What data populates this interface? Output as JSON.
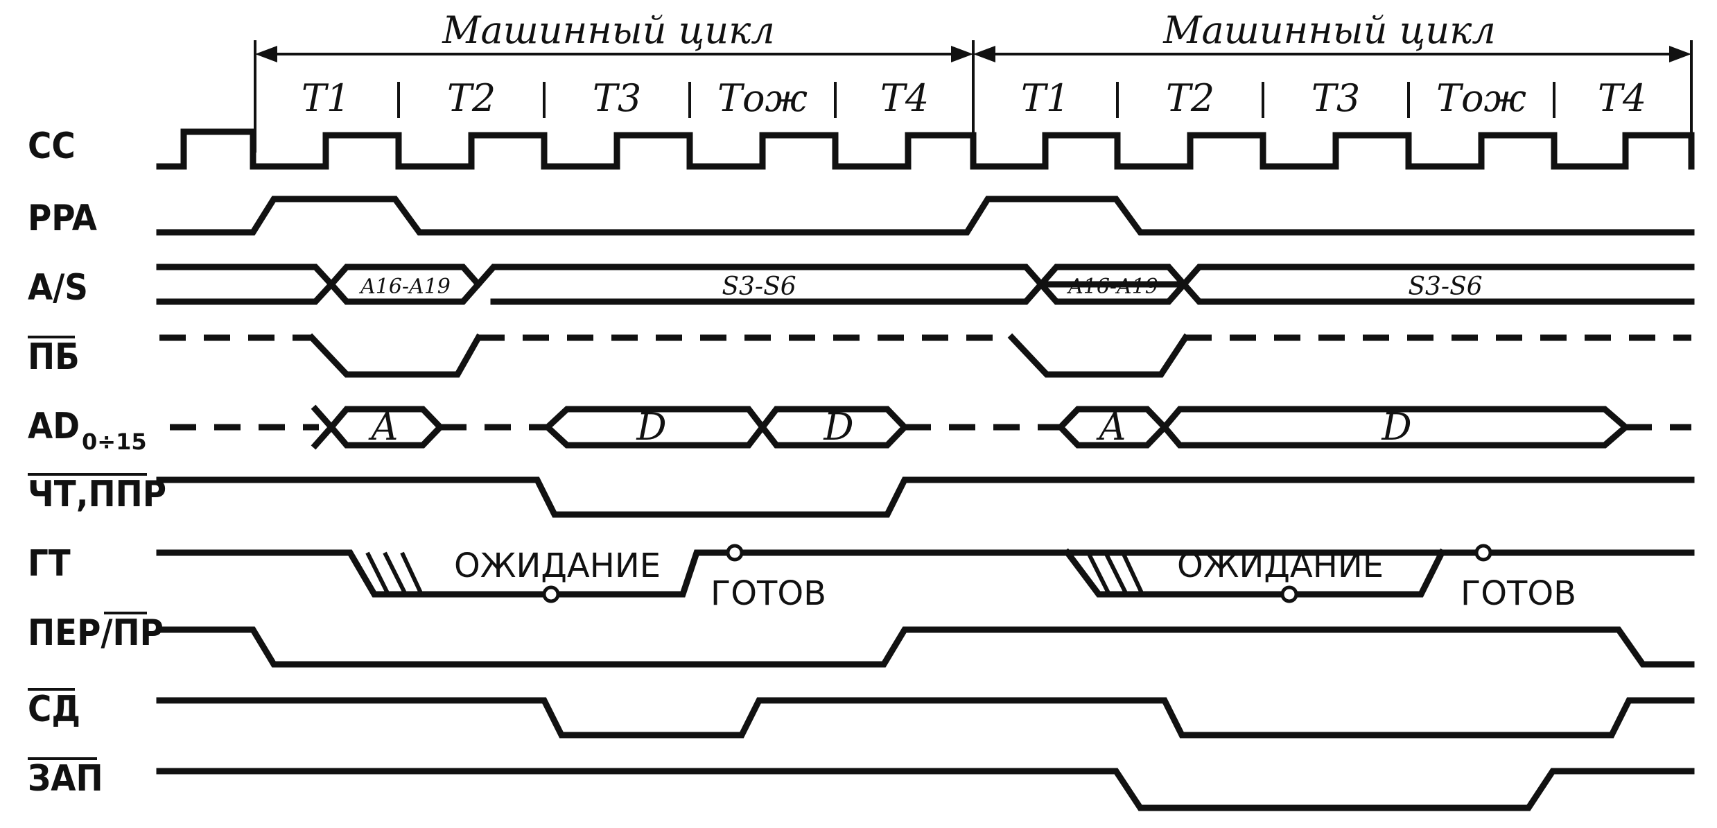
{
  "cycle_label": "Машинный цикл",
  "states": [
    "T1",
    "T2",
    "T3",
    "Tож",
    "T4"
  ],
  "signals": {
    "cc": "CC",
    "rra": "PPA",
    "as": "A/S",
    "pb": "ПБ",
    "ad": "AD",
    "ad_sub": "0÷15",
    "rd_wr": "ЧТ,ППР",
    "gt": "ГТ",
    "dir": "ПЕР/ПР",
    "sd": "СД",
    "wr": "ЗАП"
  },
  "as_bus": {
    "addr_hi": "A16-A19",
    "status": "S3-S6"
  },
  "ad_bus": {
    "addr": "A",
    "data": "D"
  },
  "gt_notes": {
    "wait": "ОЖИДАНИЕ",
    "ready": "ГОТОВ"
  }
}
